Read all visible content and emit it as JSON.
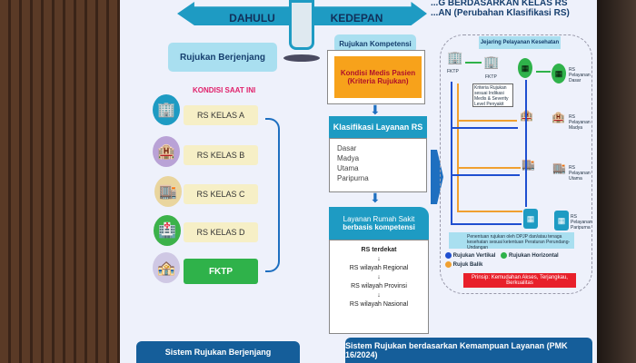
{
  "header": {
    "title_fragment": "...G BERDASARKAN KELAS RS",
    "subtitle": "...AN (Perubahan Klasifikasi RS)"
  },
  "left": {
    "arrow": "DAHULU",
    "title": "Rujukan Berjenjang",
    "condition": "KONDISI SAAT INI",
    "levels": [
      "RS KELAS A",
      "RS KELAS B",
      "RS KELAS C",
      "RS KELAS D",
      "FKTP"
    ],
    "footer": "Sistem Rujukan Berjenjang"
  },
  "middle": {
    "arrow": "KEDEPAN",
    "title": "Rujukan Kompetensi",
    "criteria": [
      "Kondisi Medis Pasien",
      "(Kriteria Rujukan)"
    ],
    "classification_title": "Klasifikasi Layanan RS",
    "classification": [
      "Dasar",
      "Madya",
      "Utama",
      "Paripurna"
    ],
    "service_title": [
      "Layanan Rumah Sakit",
      "berbasis kompetensi"
    ],
    "steps": [
      "RS terdekat",
      "RS wilayah Regional",
      "RS wilayah Provinsi",
      "RS wilayah Nasional"
    ],
    "step_arrow": "↓",
    "footer": "Sistem Rujukan berdasarkan Kemampuan Layanan (PMK 16/2024)"
  },
  "right": {
    "title": "Jejaring Pelayanan Kesehatan",
    "nodes": [
      "FKTP",
      "FKTP",
      "RS Pelayanan Dasar",
      "RS Pelayanan Madya",
      "RS Pelayanan Utama",
      "RS Pelayanan Paripurna"
    ],
    "criteria_note": "Kriteria Rujukan sesuai Indikasi Medis & Severity Level Penyakit",
    "info": "Penentuan rujukan oleh DPJP dan/atau tenaga kesehatan sesuai ketentuan Peraturan Perundang-Undangan",
    "legend": [
      {
        "label": "Rujukan Vertikal",
        "color": "#1f4fd0"
      },
      {
        "label": "Rujukan Horizontal",
        "color": "#2fb24a"
      },
      {
        "label": "Rujuk Balik",
        "color": "#f0a030"
      }
    ],
    "principle": "Prinsip: Kemudahan Akses, Terjangkau, Berkualitas"
  },
  "colors": {
    "teal": "#1e9bc3",
    "orange": "#f7a21b",
    "green": "#2fb24a",
    "navy": "#155e9a",
    "red": "#e8202a",
    "pink": "#e0206a"
  }
}
